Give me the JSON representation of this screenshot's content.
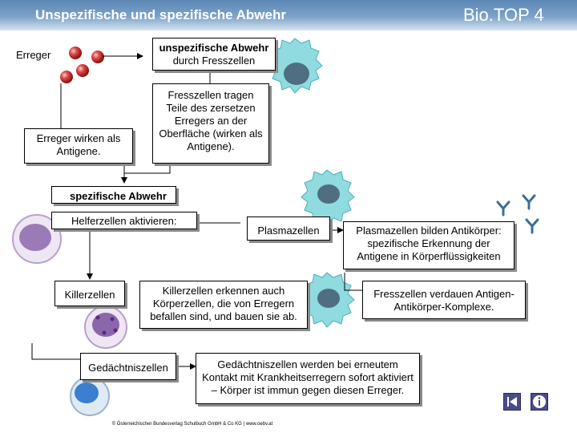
{
  "header": {
    "title": "Unspezifische und spezifische Abwehr",
    "brand": "Bio.TOP 4"
  },
  "labels": {
    "erreger": "Erreger",
    "erreger_antigene": "Erreger wirken als Antigene.",
    "unspezifisch_title": "unspezifische Abwehr",
    "unspezifisch_sub": "durch Fresszellen",
    "fresszellen_tragen": "Fresszellen tragen Teile des zersetzen Erregers an der Oberfläche (wirken als Antigene).",
    "spezifische_abwehr": "spezifische Abwehr",
    "helferzellen": "Helferzellen aktivieren:",
    "plasmazellen": "Plasmazellen",
    "plasmazellen_antikoerper": "Plasmazellen bilden Antikörper: spezifische Erkennung der Antigene in Körperflüssigkeiten",
    "killerzellen": "Killerzellen",
    "killerzellen_erkennen": "Killerzellen erkennen auch Körperzellen, die von Erregern befallen sind, und bauen sie ab.",
    "fresszellen_verdauen": "Fresszellen verdauen Antigen-Antikörper-Komplexe.",
    "gedaechtniszellen": "Gedächtniszellen",
    "gedaechtniszellen_text": "Gedächtniszellen werden bei erneutem Kontakt mit Krankheitserregern sofort aktiviert – Körper ist immun gegen diesen Erreger."
  },
  "footer": "© Österreichischer Bundesverlag Schulbuch GmbH & Co KG | www.oebv.at",
  "icons": [
    "back-icon",
    "info-icon"
  ],
  "colors": {
    "header": "#6f97c2",
    "pathogen": "#d03030",
    "phagocyte": "#7fd6dc",
    "lymphocyte": "#a98bc4",
    "memory_cell": "#3a7fd0",
    "antibody": "#3a6e94"
  }
}
